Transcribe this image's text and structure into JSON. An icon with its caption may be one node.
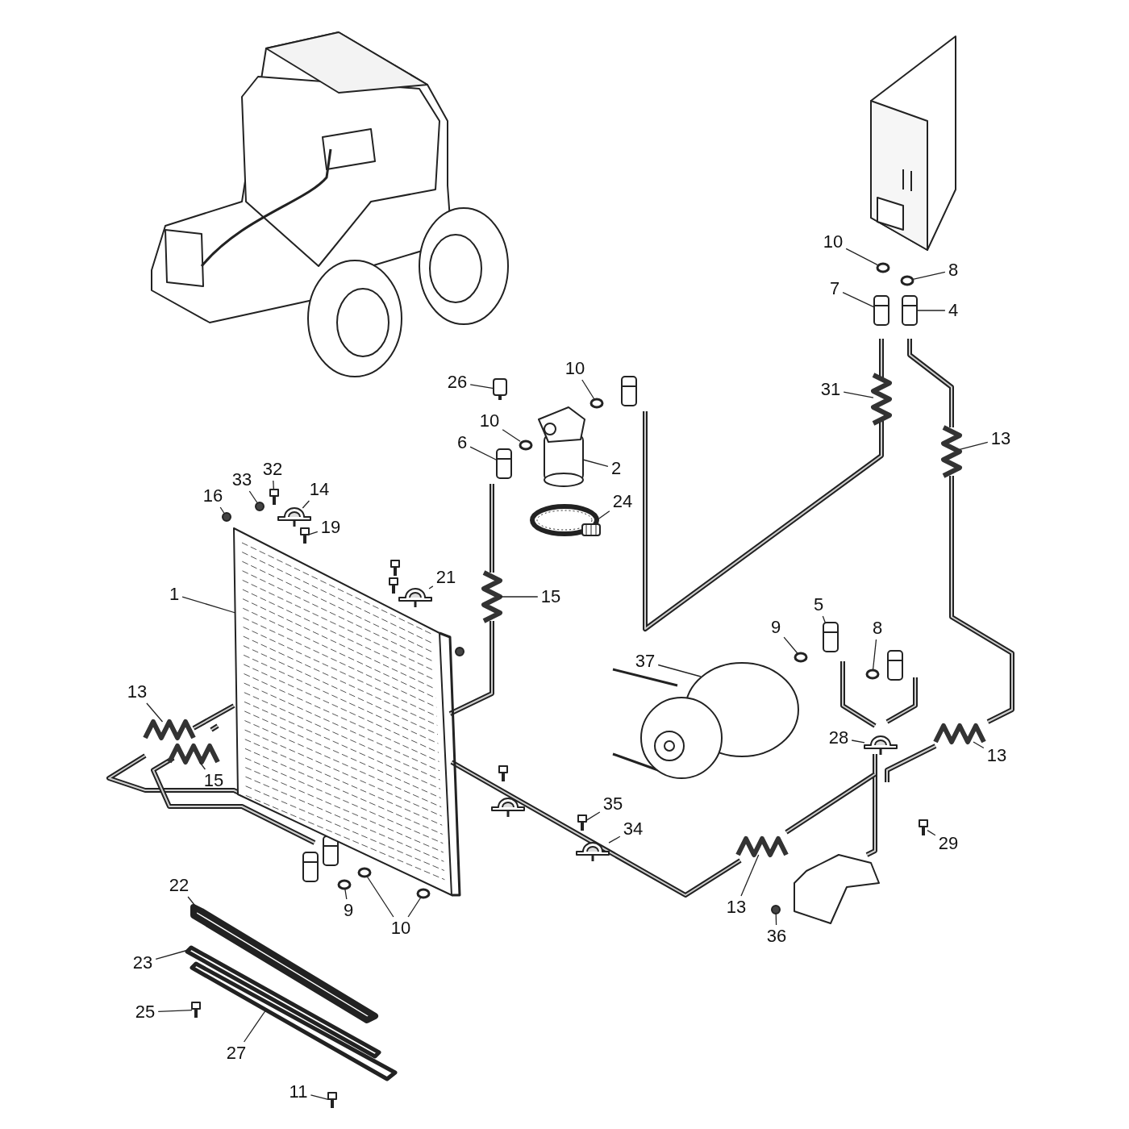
{
  "diagram": {
    "nodes": [
      {
        "text": [
          "10"
        ]
      },
      {
        "text": [
          "8"
        ]
      },
      {
        "text": [
          "7"
        ]
      },
      {
        "text": [
          "4"
        ]
      },
      {
        "text": [
          "10"
        ]
      },
      {
        "text": [
          "26"
        ]
      },
      {
        "text": [
          "31"
        ]
      },
      {
        "text": [
          "10"
        ]
      },
      {
        "text": [
          "13"
        ]
      },
      {
        "text": [
          "6"
        ]
      },
      {
        "text": [
          "2"
        ]
      },
      {
        "text": [
          "32"
        ]
      },
      {
        "text": [
          "33"
        ]
      },
      {
        "text": [
          "14"
        ]
      },
      {
        "text": [
          "16"
        ]
      },
      {
        "text": [
          "24"
        ]
      },
      {
        "text": [
          "19"
        ]
      },
      {
        "text": [
          "21"
        ]
      },
      {
        "text": [
          "1"
        ]
      },
      {
        "text": [
          "15"
        ]
      },
      {
        "text": [
          "5"
        ]
      },
      {
        "text": [
          "9"
        ]
      },
      {
        "text": [
          "8"
        ]
      },
      {
        "text": [
          "37"
        ]
      },
      {
        "text": [
          "13"
        ]
      },
      {
        "text": [
          "28"
        ]
      },
      {
        "text": [
          "13"
        ]
      },
      {
        "text": [
          "15"
        ]
      },
      {
        "text": [
          "35"
        ]
      },
      {
        "text": [
          "34"
        ]
      },
      {
        "text": [
          "29"
        ]
      },
      {
        "text": [
          "22"
        ]
      },
      {
        "text": [
          "13"
        ]
      },
      {
        "text": [
          "9"
        ]
      },
      {
        "text": [
          "10"
        ]
      },
      {
        "text": [
          "36"
        ]
      },
      {
        "text": [
          "23"
        ]
      },
      {
        "text": [
          "25"
        ]
      },
      {
        "text": [
          "27"
        ]
      },
      {
        "text": [
          "11"
        ]
      },
      {
        "text": [],
        "shape": "circle"
      },
      {
        "text": [],
        "shape": "circle"
      },
      {
        "text": [],
        "shape": "picture"
      },
      {
        "text": [],
        "shape": "picture"
      },
      {
        "text": [],
        "shape": "picture"
      },
      {
        "text": [],
        "shape": "circle"
      },
      {
        "text": [],
        "shape": "picture"
      },
      {
        "text": [],
        "shape": "circle"
      },
      {
        "text": [],
        "shape": "picture"
      },
      {
        "text": [],
        "shape": "picture"
      },
      {
        "text": [],
        "shape": "picture"
      },
      {
        "text": [],
        "shape": "picture"
      },
      {
        "text": [],
        "shape": "circle"
      },
      {
        "text": [],
        "shape": "picture"
      },
      {
        "text": [],
        "shape": "circle"
      },
      {
        "text": [],
        "shape": "picture"
      },
      {
        "text": [],
        "shape": "picture"
      },
      {
        "text": [],
        "shape": "picture"
      },
      {
        "text": [],
        "shape": "picture"
      },
      {
        "text": [],
        "shape": "picture"
      },
      {
        "text": [],
        "shape": "picture"
      },
      {
        "text": [],
        "shape": "circle"
      },
      {
        "text": [],
        "shape": "circle"
      },
      {
        "text": [],
        "shape": "picture"
      },
      {
        "text": [],
        "shape": "picture"
      },
      {
        "text": [],
        "shape": "picture"
      },
      {
        "text": [],
        "shape": "picture"
      },
      {
        "text": [],
        "shape": "picture"
      },
      {
        "text": [],
        "shape": "picture"
      },
      {
        "text": [],
        "shape": "picture"
      },
      {
        "text": [],
        "shape": "picture"
      },
      {
        "text": [],
        "shape": "picture"
      },
      {
        "text": [],
        "shape": "picture"
      },
      {
        "text": [],
        "shape": "circle"
      },
      {
        "text": [],
        "shape": "circle"
      },
      {
        "text": [],
        "shape": "circle"
      },
      {
        "text": [],
        "shape": "circle"
      },
      {
        "text": [],
        "shape": "picture"
      },
      {
        "text": [],
        "shape": "picture"
      },
      {
        "text": [],
        "shape": "picture"
      },
      {
        "text": [],
        "shape": "picture"
      }
    ],
    "edges": [
      {
        "from": 0,
        "to": 40,
        "arrow": "none"
      },
      {
        "from": 1,
        "to": 41,
        "arrow": "none"
      },
      {
        "from": 2,
        "to": 42,
        "arrow": "none"
      },
      {
        "from": 3,
        "to": 43,
        "arrow": "none"
      },
      {
        "from": 4,
        "to": 45,
        "arrow": "none"
      },
      {
        "from": 5,
        "to": 44,
        "arrow": "none"
      },
      {
        "from": 6,
        "to": 46,
        "arrow": "none"
      },
      {
        "from": 7,
        "to": 47,
        "arrow": "none"
      },
      {
        "from": 8,
        "to": 48,
        "arrow": "none"
      },
      {
        "from": 9,
        "to": 49,
        "arrow": "none"
      },
      {
        "from": 10,
        "to": 50,
        "arrow": "none"
      },
      {
        "from": 11,
        "to": 51,
        "arrow": "none"
      },
      {
        "from": 12,
        "to": 52,
        "arrow": "none"
      },
      {
        "from": 13,
        "to": 53,
        "arrow": "none"
      },
      {
        "from": 14,
        "to": 54,
        "arrow": "none"
      },
      {
        "from": 15,
        "to": 55,
        "arrow": "none"
      },
      {
        "from": 16,
        "to": 56,
        "arrow": "none"
      },
      {
        "from": 17,
        "to": 57,
        "arrow": "none"
      },
      {
        "from": 18,
        "to": 58,
        "arrow": "none"
      },
      {
        "from": 19,
        "to": 59,
        "arrow": "none"
      },
      {
        "from": 20,
        "to": 60,
        "arrow": "none"
      },
      {
        "from": 21,
        "to": 61,
        "arrow": "none"
      },
      {
        "from": 22,
        "to": 62,
        "arrow": "none"
      },
      {
        "from": 23,
        "to": 63,
        "arrow": "none"
      },
      {
        "from": 24,
        "to": 64,
        "arrow": "none"
      },
      {
        "from": 25,
        "to": 65,
        "arrow": "none"
      },
      {
        "from": 26,
        "to": 66,
        "arrow": "none"
      },
      {
        "from": 27,
        "to": 67,
        "arrow": "none"
      },
      {
        "from": 28,
        "to": 68,
        "arrow": "none"
      },
      {
        "from": 29,
        "to": 69,
        "arrow": "none"
      },
      {
        "from": 30,
        "to": 70,
        "arrow": "none"
      },
      {
        "from": 31,
        "to": 71,
        "arrow": "none"
      },
      {
        "from": 32,
        "to": 72,
        "arrow": "none"
      },
      {
        "from": 33,
        "to": 73,
        "arrow": "none"
      },
      {
        "from": 34,
        "to": 74,
        "arrow": "none"
      },
      {
        "from": 34,
        "to": 75,
        "arrow": "none"
      },
      {
        "from": 35,
        "to": 76,
        "arrow": "none"
      },
      {
        "from": 36,
        "to": 77,
        "arrow": "none"
      },
      {
        "from": 37,
        "to": 78,
        "arrow": "none"
      },
      {
        "from": 38,
        "to": 79,
        "arrow": "none"
      },
      {
        "from": 39,
        "to": 80,
        "arrow": "none"
      }
    ]
  }
}
